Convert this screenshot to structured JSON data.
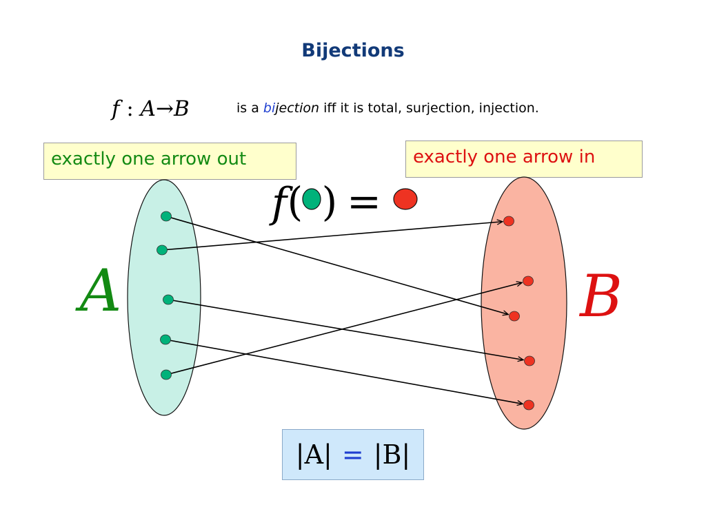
{
  "title": "Bijections",
  "definition": {
    "formula": {
      "f": "f",
      "colon": ":",
      "A": "A",
      "arrow": "→",
      "B": "B"
    },
    "prefix": "is a ",
    "bi": "bi",
    "jection": "jection",
    "suffix": " iff it is total, surjection, injection."
  },
  "notes": {
    "out": "exactly one arrow out",
    "in": "exactly one arrow in"
  },
  "function_expr": {
    "f": "f",
    "open": "(",
    "close": ")",
    "equals": "="
  },
  "sets": {
    "A": {
      "label": "A",
      "color": "#138a13",
      "fill": "#c8f0e6",
      "dot_color": "#00b27a"
    },
    "B": {
      "label": "B",
      "color": "#dd1111",
      "fill": "#fab4a2",
      "dot_color": "#ee3322"
    }
  },
  "mapping": [
    {
      "from": 1,
      "to": 3
    },
    {
      "from": 2,
      "to": 1
    },
    {
      "from": 3,
      "to": 4
    },
    {
      "from": 4,
      "to": 5
    },
    {
      "from": 5,
      "to": 2
    }
  ],
  "cardinality": {
    "left": "|A|",
    "equals": "=",
    "right": "|B|"
  }
}
